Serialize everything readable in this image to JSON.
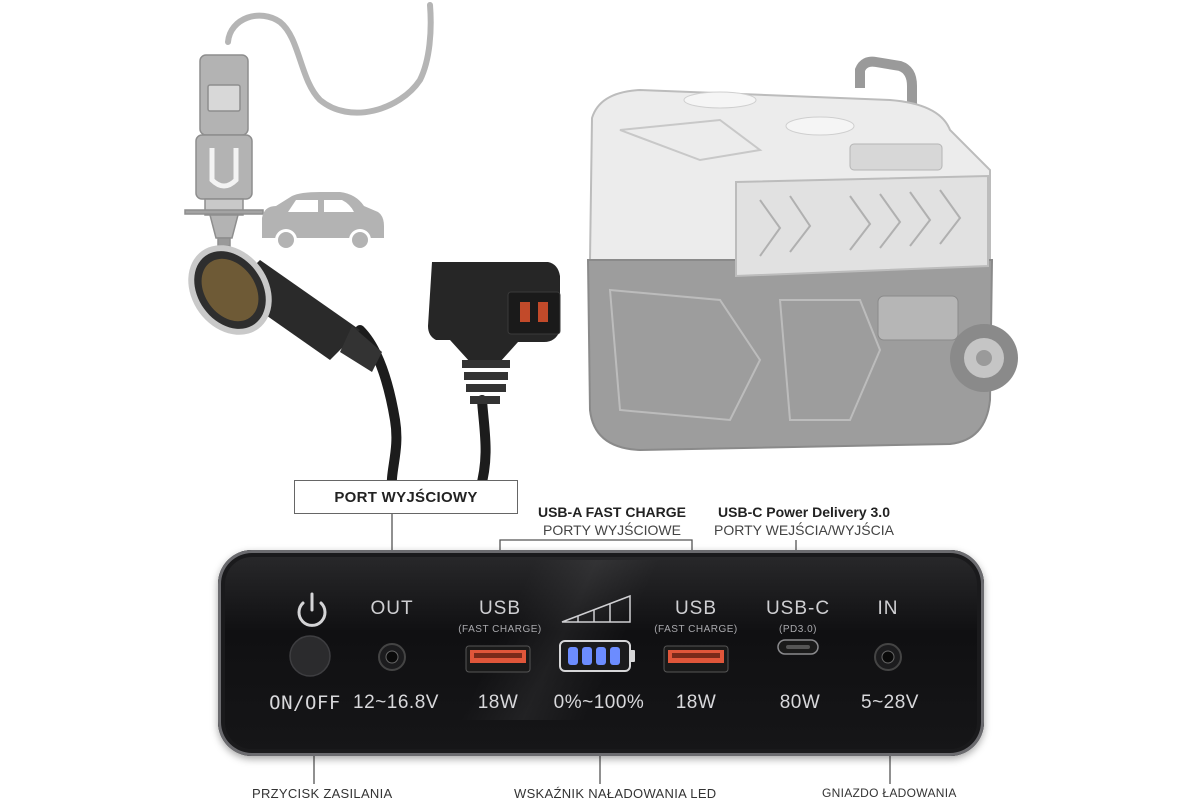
{
  "callouts": {
    "output_port": "PORT WYJŚCIOWY",
    "usb_a_title": "USB-A FAST CHARGE",
    "usb_a_sub": "PORTY WYJŚCIOWE",
    "usb_c_title": "USB-C Power Delivery 3.0",
    "usb_c_sub": "PORTY WEJŚCIA/WYJŚCIA"
  },
  "panel": {
    "out_label": "OUT",
    "usb_label_1": "USB",
    "usb_fast_1": "(FAST CHARGE)",
    "usb_label_2": "USB",
    "usb_fast_2": "(FAST CHARGE)",
    "usbc_label": "USB-C",
    "usbc_pd": "(PD3.0)",
    "in_label": "IN",
    "onoff_value": "ON/OFF",
    "out_value": "12~16.8V",
    "usb1_value": "18W",
    "battery_value": "0%~100%",
    "usb2_value": "18W",
    "usbc_value": "80W",
    "in_value": "5~28V"
  },
  "bottom_labels": {
    "power_button": "PRZYCISK ZASILANIA",
    "led_indicator": "WSKAŹNIK NAŁADOWANIA LED",
    "charging_socket": "GNIAZDO ŁADOWANIA"
  },
  "colors": {
    "usb_a_port": "#e0563a",
    "battery_led": "#6c8cff",
    "fridge_light": "#ececec",
    "fridge_dark": "#9d9d9d"
  },
  "icons": [
    "power-icon",
    "car-icon",
    "signal-bars-icon",
    "battery-icon",
    "usb-c-port-icon"
  ]
}
